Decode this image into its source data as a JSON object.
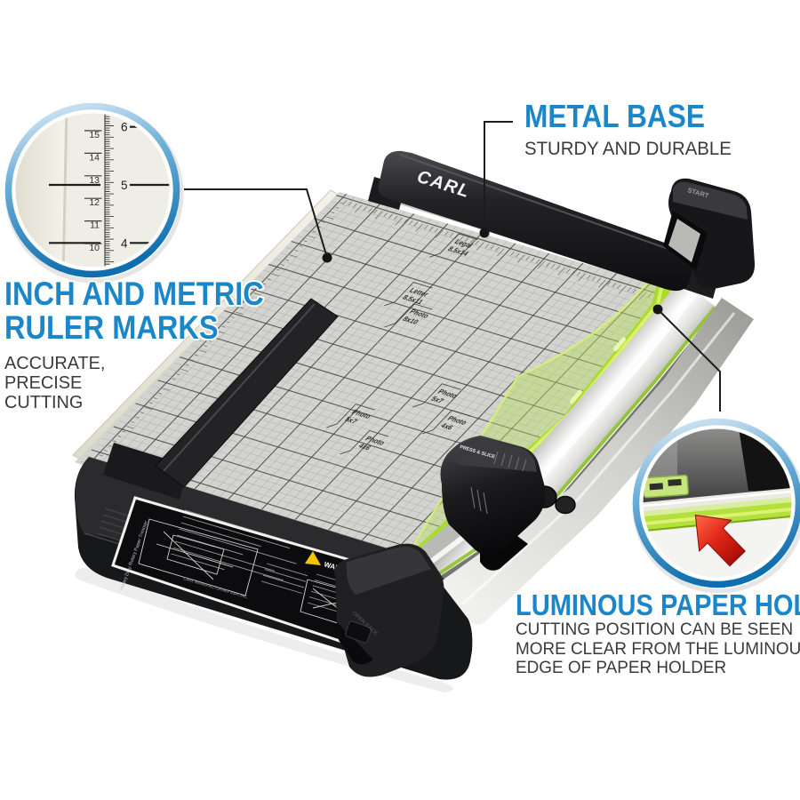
{
  "colors": {
    "accent_blue": "#1b87c9",
    "body_text": "#3a3a3c",
    "callout_line": "#1c1c1c",
    "luminous_green": "#aadc2e",
    "arrow_red": "#d9251c"
  },
  "callouts": {
    "ruler": {
      "heading_line1": "INCH AND METRIC",
      "heading_line2": "RULER MARKS",
      "sub_line1": "ACCURATE,",
      "sub_line2": "PRECISE",
      "sub_line3": "CUTTING"
    },
    "metal_base": {
      "heading": "METAL BASE",
      "sub": "STURDY AND DURABLE"
    },
    "luminous": {
      "heading": "LUMINOUS PAPER HOLDER",
      "sub_line1": "CUTTING POSITION CAN BE SEEN",
      "sub_line2": "MORE CLEAR FROM THE LUMINOUS",
      "sub_line3": "EDGE OF PAPER HOLDER"
    }
  },
  "insets": {
    "ruler_closeup": {
      "cm_numbers": [
        "15",
        "14",
        "13",
        "12",
        "11",
        "10"
      ],
      "inch_numbers": [
        "6",
        "5",
        "4"
      ]
    }
  },
  "product": {
    "brand": "CARL",
    "start_cap_label": "START",
    "cutter_head_label": "PRESS & SLICE",
    "back_cap_label": "OPEN BACK",
    "grid_labels": [
      {
        "text": "Legal",
        "size": "8.5x14"
      },
      {
        "text": "Letter",
        "size": "8.5x11"
      },
      {
        "text": "Photo",
        "size": "8x10"
      },
      {
        "text": "Photo",
        "size": "5x7"
      },
      {
        "text": "Photo",
        "size": "4x6"
      },
      {
        "text": "Photo",
        "size": "5x7"
      },
      {
        "text": "Photo",
        "size": "4x6"
      }
    ],
    "sticker": {
      "side_text": "Heavy Duty Rotary Paper Trimmer",
      "warning": "WARNING",
      "footer": "CARL MANUFACTURING USA, INC."
    }
  }
}
